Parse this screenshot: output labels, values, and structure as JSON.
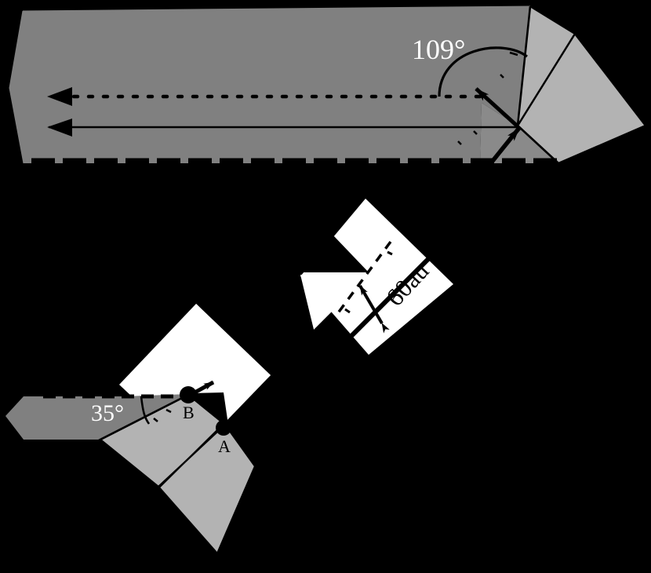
{
  "figure": {
    "title": "",
    "background_color": "#000000",
    "colors": {
      "dark_gray": "#808080",
      "mid_gray": "#9a9a9a",
      "light_gray": "#b3b3b3",
      "white": "#ffffff",
      "stroke": "#000000",
      "label_light": "#ffffff",
      "label_dark": "#000000"
    }
  },
  "annotations": {
    "angle_top": "109°",
    "angle_bottom": "35°",
    "dimension_middle": "60au",
    "point_a": "A",
    "point_b": "B"
  },
  "panels": {
    "top": {
      "name": "top-beam-panel",
      "angle_label": "109°",
      "rays": [
        "dotted-ray",
        "solid-ray",
        "incident-ray",
        "reflected-ray"
      ]
    },
    "middle": {
      "name": "middle-diamond-panel",
      "dimension_label": "60au"
    },
    "bottom": {
      "name": "bottom-crystal-panel",
      "angle_label": "35°",
      "point_labels": [
        "B",
        "A"
      ]
    }
  }
}
